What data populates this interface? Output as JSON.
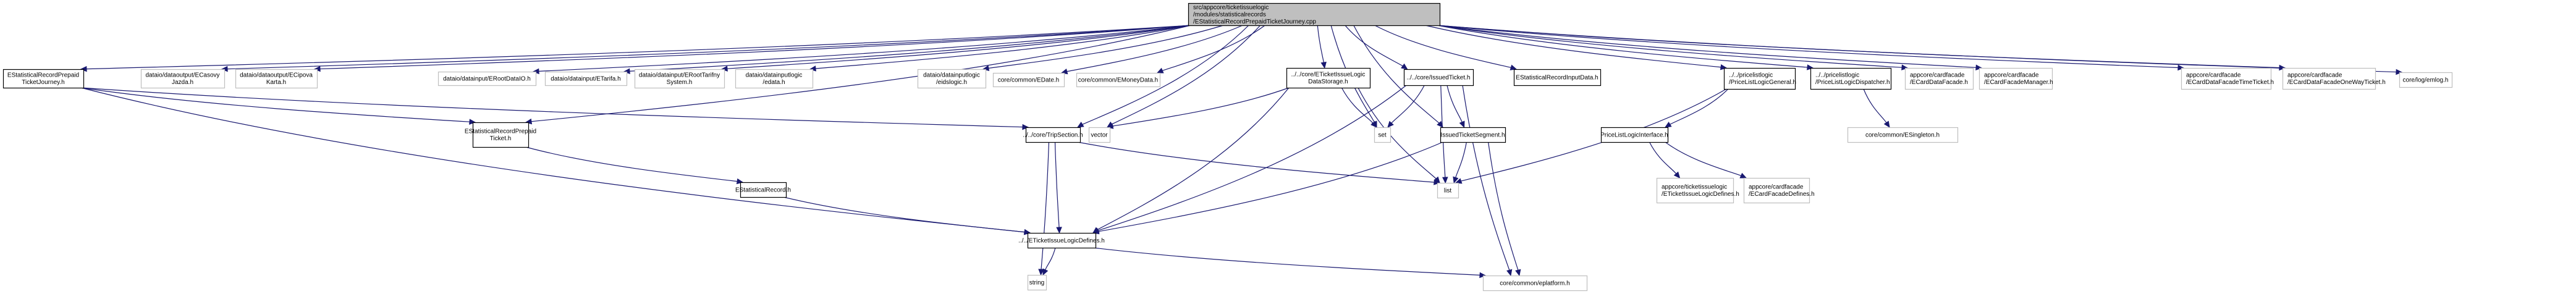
{
  "graph": {
    "title": "src/appcore/ticketissuelogic/modules/statisticalrecords/EStatisticalRecordPrepaidTicketJourney.cpp",
    "edge_color": "#191970",
    "root_fill": "#bfbfbf",
    "nodes": [
      {
        "id": "root",
        "kind": "root",
        "lines": [
          "src/appcore/ticketissuelogic",
          "/modules/statisticalrecords",
          "/EStatisticalRecordPrepaidTicketJourney.cpp"
        ],
        "align": "left"
      },
      {
        "id": "journey_h",
        "kind": "doc",
        "lines": [
          "EStatisticalRecordPrepaid",
          "TicketJourney.h"
        ]
      },
      {
        "id": "casovy",
        "kind": "ext",
        "lines": [
          "dataio/dataoutput/ECasovy",
          "Jazda.h"
        ]
      },
      {
        "id": "cipova",
        "kind": "ext",
        "lines": [
          "dataio/dataoutput/ECipova",
          "Karta.h"
        ]
      },
      {
        "id": "rootdataio",
        "kind": "ext",
        "lines": [
          "dataio/datainput/ERootDataIO.h"
        ]
      },
      {
        "id": "tarifa",
        "kind": "ext",
        "lines": [
          "dataio/datainput/ETarifa.h"
        ]
      },
      {
        "id": "tarifny",
        "kind": "ext",
        "lines": [
          "dataio/datainput/ERootTarifny",
          "System.h"
        ]
      },
      {
        "id": "edata",
        "kind": "ext",
        "lines": [
          "dataio/datainputlogic",
          "/edata.h"
        ]
      },
      {
        "id": "eidslogic",
        "kind": "ext",
        "lines": [
          "dataio/datainputlogic",
          "/eidslogic.h"
        ]
      },
      {
        "id": "edate",
        "kind": "ext",
        "lines": [
          "core/common/EDate.h"
        ]
      },
      {
        "id": "emoney",
        "kind": "ext",
        "lines": [
          "core/common/EMoneyData.h"
        ]
      },
      {
        "id": "storage",
        "kind": "doc",
        "lines": [
          "../../core/ETicketIssueLogic",
          "DataStorage.h"
        ]
      },
      {
        "id": "issued",
        "kind": "doc",
        "lines": [
          "../../core/IssuedTicket.h"
        ]
      },
      {
        "id": "inputdata",
        "kind": "doc",
        "lines": [
          "EStatisticalRecordInputData.h"
        ]
      },
      {
        "id": "plgeneral",
        "kind": "doc",
        "lines": [
          "../../pricelistlogic",
          "/PriceListLogicGeneral.h"
        ],
        "align": "left"
      },
      {
        "id": "pldispatch",
        "kind": "doc",
        "lines": [
          "../../pricelistlogic",
          "/PriceListLogicDispatcher.h"
        ],
        "align": "left"
      },
      {
        "id": "cdfacade",
        "kind": "ext",
        "lines": [
          "appcore/cardfacade",
          "/ECardDataFacade.h"
        ],
        "align": "left"
      },
      {
        "id": "cfmanager",
        "kind": "ext",
        "lines": [
          "appcore/cardfacade",
          "/ECardFacadeManager.h"
        ],
        "align": "left"
      },
      {
        "id": "cdtime",
        "kind": "ext",
        "lines": [
          "appcore/cardfacade",
          "/ECardDataFacadeTimeTicket.h"
        ],
        "align": "left"
      },
      {
        "id": "cdoneway",
        "kind": "ext",
        "lines": [
          "appcore/cardfacade",
          "/ECardDataFacadeOneWayTicket.h"
        ],
        "align": "left"
      },
      {
        "id": "emlog",
        "kind": "ext",
        "lines": [
          "core/log/emlog.h"
        ]
      },
      {
        "id": "prepaid_h",
        "kind": "doc",
        "lines": [
          "EStatisticalRecordPrepaid",
          "Ticket.h"
        ]
      },
      {
        "id": "trip",
        "kind": "doc",
        "lines": [
          "../../core/TripSection.h"
        ]
      },
      {
        "id": "vector",
        "kind": "ext",
        "lines": [
          "vector"
        ]
      },
      {
        "id": "set",
        "kind": "ext",
        "lines": [
          "set"
        ]
      },
      {
        "id": "segment",
        "kind": "doc",
        "lines": [
          "IssuedTicketSegment.h"
        ]
      },
      {
        "id": "plinterface",
        "kind": "doc",
        "lines": [
          "PriceListLogicInterface.h"
        ]
      },
      {
        "id": "singleton",
        "kind": "ext",
        "lines": [
          "core/common/ESingleton.h"
        ]
      },
      {
        "id": "record",
        "kind": "doc",
        "lines": [
          "EStatisticalRecord.h"
        ]
      },
      {
        "id": "list",
        "kind": "ext",
        "lines": [
          "list"
        ]
      },
      {
        "id": "tildefines",
        "kind": "ext",
        "lines": [
          "appcore/ticketissuelogic",
          "/ETicketIssueLogicDefines.h"
        ],
        "align": "left"
      },
      {
        "id": "cfdefines",
        "kind": "ext",
        "lines": [
          "appcore/cardfacade",
          "/ECardFacadeDefines.h"
        ],
        "align": "left"
      },
      {
        "id": "defines",
        "kind": "doc",
        "lines": [
          "../../ETicketIssueLogicDefines.h"
        ]
      },
      {
        "id": "string",
        "kind": "ext",
        "lines": [
          "string"
        ]
      },
      {
        "id": "eplatform",
        "kind": "ext",
        "lines": [
          "core/common/eplatform.h"
        ]
      }
    ],
    "edges": [
      [
        "root",
        "journey_h"
      ],
      [
        "root",
        "casovy"
      ],
      [
        "root",
        "cipova"
      ],
      [
        "root",
        "rootdataio"
      ],
      [
        "root",
        "tarifa"
      ],
      [
        "root",
        "tarifny"
      ],
      [
        "root",
        "edata"
      ],
      [
        "root",
        "eidslogic"
      ],
      [
        "root",
        "edate"
      ],
      [
        "root",
        "emoney"
      ],
      [
        "root",
        "storage"
      ],
      [
        "root",
        "issued"
      ],
      [
        "root",
        "inputdata"
      ],
      [
        "root",
        "plgeneral"
      ],
      [
        "root",
        "pldispatch"
      ],
      [
        "root",
        "cdfacade"
      ],
      [
        "root",
        "cfmanager"
      ],
      [
        "root",
        "cdtime"
      ],
      [
        "root",
        "cdoneway"
      ],
      [
        "root",
        "emlog"
      ],
      [
        "root",
        "prepaid_h"
      ],
      [
        "root",
        "trip"
      ],
      [
        "root",
        "vector"
      ],
      [
        "root",
        "set"
      ],
      [
        "root",
        "segment"
      ],
      [
        "journey_h",
        "prepaid_h"
      ],
      [
        "journey_h",
        "trip"
      ],
      [
        "journey_h",
        "defines"
      ],
      [
        "prepaid_h",
        "record"
      ],
      [
        "record",
        "defines"
      ],
      [
        "trip",
        "string"
      ],
      [
        "trip",
        "list"
      ],
      [
        "trip",
        "defines"
      ],
      [
        "storage",
        "vector"
      ],
      [
        "storage",
        "set"
      ],
      [
        "storage",
        "list"
      ],
      [
        "storage",
        "defines"
      ],
      [
        "issued",
        "set"
      ],
      [
        "issued",
        "segment"
      ],
      [
        "issued",
        "list"
      ],
      [
        "issued",
        "defines"
      ],
      [
        "issued",
        "eplatform"
      ],
      [
        "segment",
        "list"
      ],
      [
        "segment",
        "defines"
      ],
      [
        "segment",
        "eplatform"
      ],
      [
        "plgeneral",
        "plinterface"
      ],
      [
        "plgeneral",
        "list"
      ],
      [
        "pldispatch",
        "singleton"
      ],
      [
        "plinterface",
        "tildefines"
      ],
      [
        "plinterface",
        "cfdefines"
      ],
      [
        "defines",
        "string"
      ],
      [
        "defines",
        "eplatform"
      ]
    ]
  }
}
